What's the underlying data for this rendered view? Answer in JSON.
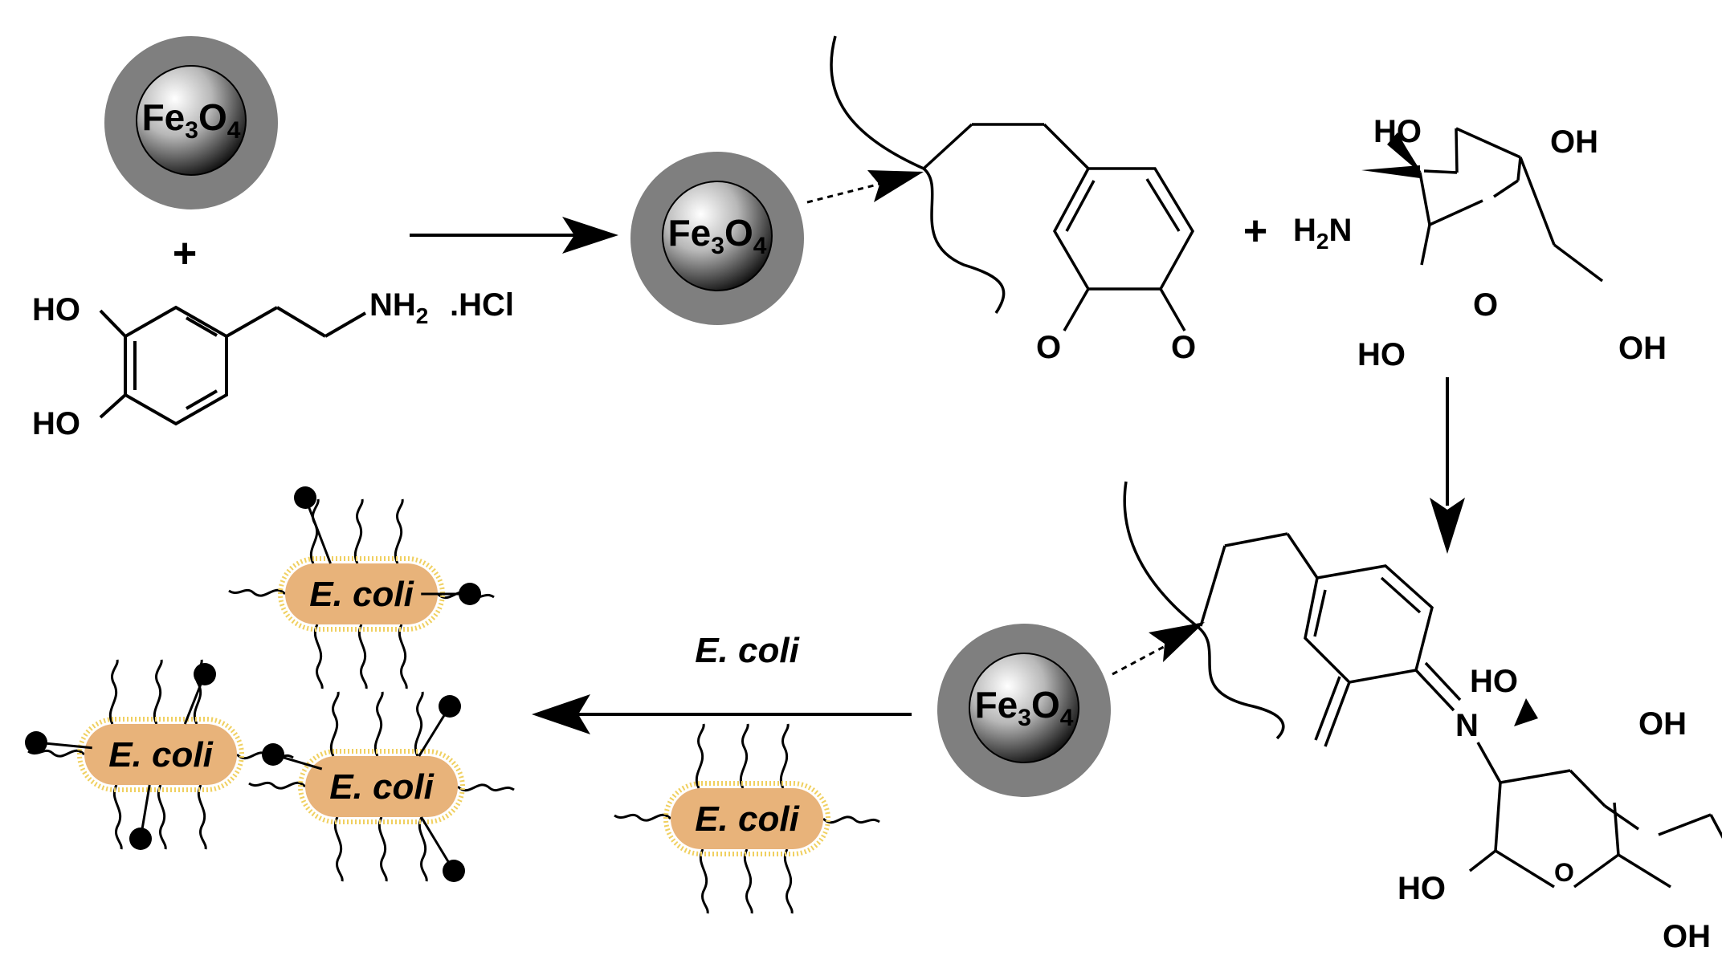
{
  "colors": {
    "shell": "#7f7f7f",
    "core_light": "#ffffff",
    "core_dark": "#101010",
    "bacterium_fill": "#e8b37a",
    "bacterium_fringe": "#f0d060",
    "ink": "#000000"
  },
  "nanoparticle": {
    "label_main": "Fe",
    "sub1": "3",
    "mid": "O",
    "sub2": "4"
  },
  "dopamine": {
    "oh_top": "HO",
    "oh_bottom": "HO",
    "amine": "NH",
    "amine_sub": "2",
    "salt": ".HCl"
  },
  "plus_signs": [
    "+",
    "+"
  ],
  "quinone": {
    "o_left": "O",
    "o_right": "O"
  },
  "glucosamine": {
    "oh_top_left": "HO",
    "oh_top_right": "OH",
    "amine": "H",
    "amine_sub": "2",
    "amine_n": "N",
    "oh_bottom_left": "HO",
    "ring_o": "O",
    "oh_ch2": "OH"
  },
  "product": {
    "imine_n": "N",
    "oh_top": "HO",
    "oh_right": "OH",
    "oh_bottom_left": "HO",
    "ring_o": "O",
    "oh_ch2": "OH"
  },
  "reagent_label": "E. coli",
  "bacteria": [
    {
      "label": "E. coli"
    },
    {
      "label": "E. coli"
    },
    {
      "label": "E. coli"
    },
    {
      "label": "E. coli"
    }
  ]
}
